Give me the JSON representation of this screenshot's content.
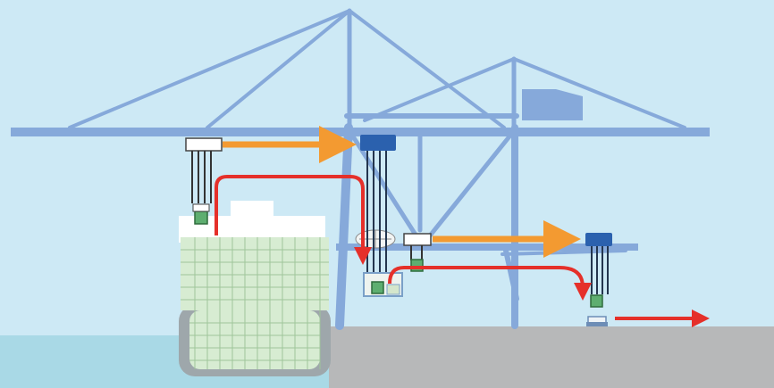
{
  "scene": {
    "kind": "container-crane-operation",
    "text": [],
    "colors": {
      "sky": "#cde9f5",
      "water": "#a9d9e6",
      "quay": "#b7b8b9",
      "crane_structure": "#86a9da",
      "trolley_main": "#2b61ae",
      "hull": "#9ea7ab",
      "cargo_grid": "#d7ecd2",
      "container_green": "#5eae70",
      "flow_orange": "#f39a31",
      "flow_red": "#e5302a"
    },
    "flows": [
      {
        "name": "main-trolley-travel",
        "color": "orange"
      },
      {
        "name": "main-hoist-path",
        "color": "red"
      },
      {
        "name": "portal-trolley-travel",
        "color": "orange"
      },
      {
        "name": "portal-hoist-path",
        "color": "red"
      },
      {
        "name": "landside-transfer",
        "color": "red"
      }
    ]
  }
}
